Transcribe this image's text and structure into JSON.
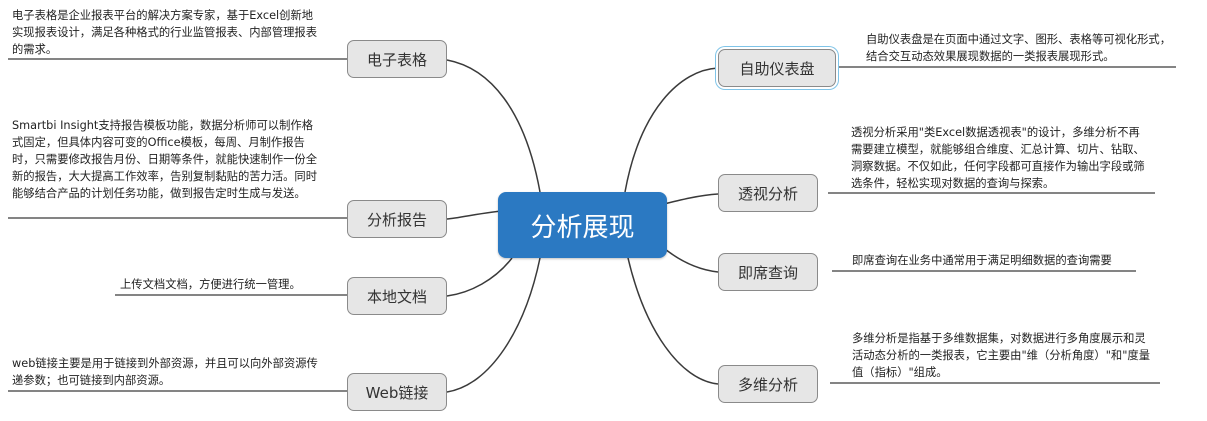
{
  "center": {
    "label": "分析展现"
  },
  "branches": [
    {
      "id": "spreadsheet",
      "label": "电子表格",
      "desc": "电子表格是企业报表平台的解决方案专家，基于Excel创新地实现报表设计，满足各种格式的行业监管报表、内部管理报表的需求。"
    },
    {
      "id": "report",
      "label": "分析报告",
      "desc": "Smartbi Insight支持报告模板功能，数据分析师可以制作格式固定，但具体内容可变的Office模板，每周、月制作报告时，只需要修改报告月份、日期等条件，就能快速制作一份全新的报告，大大提高工作效率，告别复制黏贴的苦力活。同时能够结合产品的计划任务功能，做到报告定时生成与发送。"
    },
    {
      "id": "localdoc",
      "label": "本地文档",
      "desc": "上传文档文档，方便进行统一管理。"
    },
    {
      "id": "weblink",
      "label": "Web链接",
      "desc": "web链接主要是用于链接到外部资源，并且可以向外部资源传递参数；也可链接到内部资源。"
    },
    {
      "id": "dashboard",
      "label": "自助仪表盘",
      "desc": "自助仪表盘是在页面中通过文字、图形、表格等可视化形式，结合交互动态效果展现数据的一类报表展现形式。"
    },
    {
      "id": "pivot",
      "label": "透视分析",
      "desc": "透视分析采用\"类Excel数据透视表\"的设计，多维分析不再需要建立模型，就能够组合维度、汇总计算、切片、钻取、洞察数据。不仅如此，任何字段都可直接作为输出字段或筛选条件，轻松实现对数据的查询与探索。"
    },
    {
      "id": "adhoc",
      "label": "即席查询",
      "desc": "即席查询在业务中通常用于满足明细数据的查询需要"
    },
    {
      "id": "olap",
      "label": "多维分析",
      "desc": "多维分析是指基于多维数据集，对数据进行多角度展示和灵活动态分析的一类报表，它主要由\"维（分析角度）\"和\"度量值（指标）\"组成。"
    }
  ],
  "colors": {
    "center": "#2b79c2",
    "node_bg": "#e6e6e6",
    "line": "#3a3a3a",
    "selected": "#7fc4e8"
  }
}
